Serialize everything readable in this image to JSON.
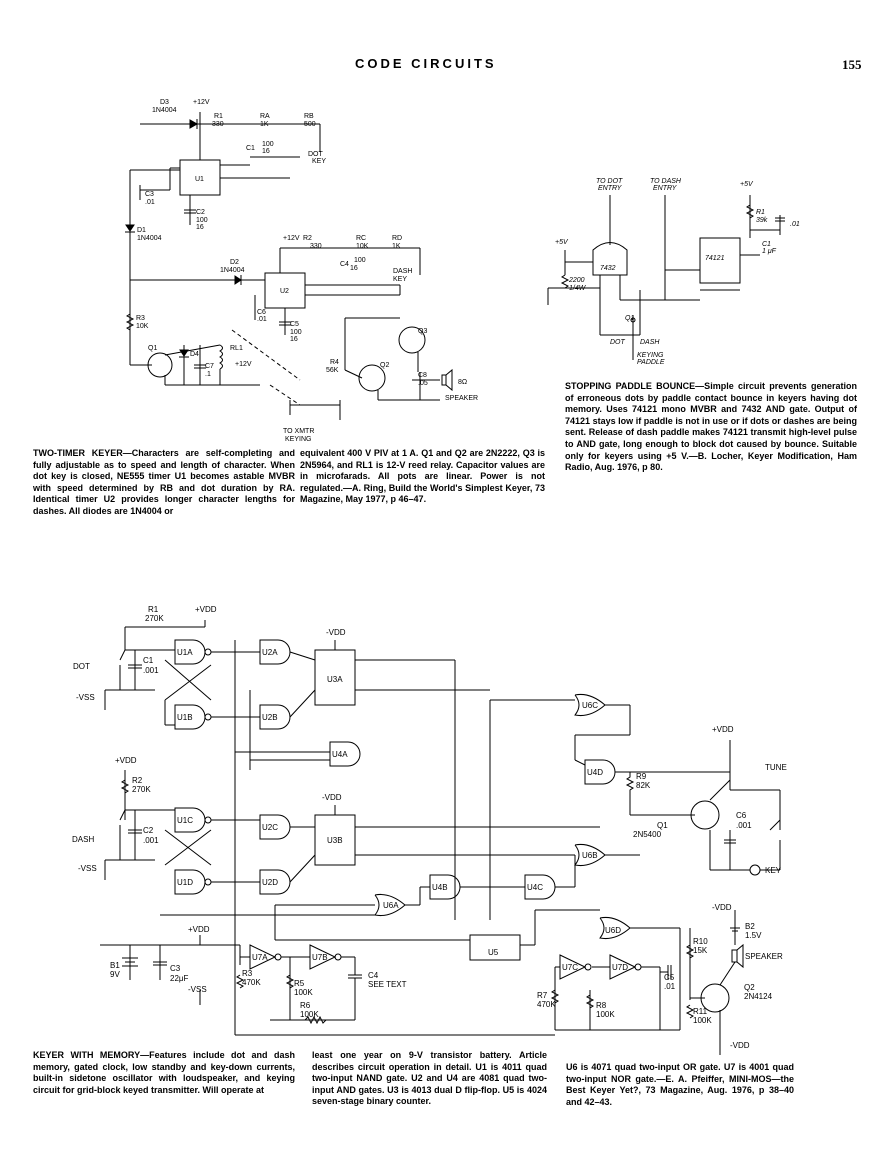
{
  "header": {
    "title": "CODE CIRCUITS",
    "page_number": "155"
  },
  "captions": {
    "two_timer": {
      "col1": "TWO-TIMER KEYER—Characters are self-completing and fully adjustable as to speed and length of character. When dot key is closed, NE555 timer U1 becomes astable MVBR with speed determined by RB and dot duration by RA. Identical timer U2 provides longer character lengths for dashes. All diodes are 1N4004 or",
      "col2": "equivalent 400 V PIV at 1 A. Q1 and Q2 are 2N2222, Q3 is 2N5964, and RL1 is 12-V reed relay. Capacitor values are in microfarads. All pots are linear. Power is not regulated.—A. Ring, Build the World's Simplest Keyer, 73 Magazine, May 1977, p 46–47."
    },
    "paddle_bounce": "STOPPING PADDLE BOUNCE—Simple circuit prevents generation of erroneous dots by paddle contact bounce in keyers having dot memory. Uses 74121 mono MVBR and 7432 AND gate. Output of 74121 stays low if paddle is not in use or if dots or dashes are being sent. Release of dash paddle makes 74121 transmit high-level pulse to AND gate, long enough to block dot caused by bounce. Suitable only for keyers using +5 V.—B. Locher, Keyer Modification, Ham Radio, Aug. 1976, p 80.",
    "memory": {
      "col1": "KEYER WITH MEMORY—Features include dot and dash memory, gated clock, low standby and key-down currents, built-in sidetone oscillator with loudspeaker, and keying circuit for grid-block keyed transmitter. Will operate at",
      "col2": "least one year on 9-V transistor battery. Article describes circuit operation in detail. U1 is 4011 quad two-input NAND gate. U2 and U4 are 4081 quad two-input AND gates. U3 is 4013 dual D flip-flop. U5 is 4024 seven-stage binary counter.",
      "col3": "U6 is 4071 quad two-input OR gate. U7 is 4001 quad two-input NOR gate.—E. A. Pfeiffer, MINI-MOS—the Best Keyer Yet?, 73 Magazine, Aug. 1976, p 38–40 and 42–43."
    }
  },
  "schematic1": {
    "labels": [
      "D3",
      "1N4004",
      "+12V",
      "R1",
      "330",
      "RA",
      "1K",
      "RB",
      "500",
      "C1",
      "100",
      "16",
      "DOT",
      "KEY",
      "U1",
      "C3",
      ".01",
      "C2",
      "100",
      "16",
      "D1",
      "1N4004",
      "+12V",
      "R2",
      "330",
      "RC",
      "10K",
      "RD",
      "1K",
      "D2",
      "1N4004",
      "C4",
      "100",
      "16",
      "DASH",
      "KEY",
      "U2",
      "C6",
      ".01",
      "C5",
      "100",
      "16",
      "R3",
      "10K",
      "Q1",
      "D4",
      "C7",
      ".1",
      "RL1",
      "+12V",
      "R4",
      "56K",
      "Q2",
      "Q3",
      "C8",
      ".05",
      "8Ω",
      "SPEAKER",
      "TO XMTR",
      "KEYING"
    ]
  },
  "schematic2": {
    "labels": [
      "TO DOT",
      "ENTRY",
      "TO DASH",
      "ENTRY",
      "+5V",
      "R1",
      "39k",
      "C1",
      "1 μF",
      ".01",
      "+5V",
      "7432",
      "2200",
      "1/4W",
      "74121",
      "Q1",
      "DOT",
      "DASH",
      "KEYING",
      "PADDLE"
    ]
  },
  "schematic3": {
    "labels": [
      "R1",
      "270K",
      "+VDD",
      "C1",
      ".001",
      "DOT",
      "-VSS",
      "U1A",
      "U1B",
      "U2A",
      "U2B",
      "-VDD",
      "U3A",
      "U6C",
      "U4A",
      "+VDD",
      "R2",
      "270K",
      "C2",
      ".001",
      "DASH",
      "-VSS",
      "U1C",
      "U1D",
      "U2C",
      "U2D",
      "-VDD",
      "U3B",
      "U6B",
      "U4D",
      "U4B",
      "U4C",
      "U6A",
      "U5",
      "+VDD",
      "R9",
      "82K",
      "TUNE",
      "C6",
      ".001",
      "Q1",
      "2N5400",
      "KEY",
      "-VDD",
      "B2",
      "1.5V",
      "SPEAKER",
      "Q2",
      "2N4124",
      "+VDD",
      "B1",
      "9V",
      "C3",
      "22μF",
      "-VSS",
      "R3",
      "470K",
      "U7A",
      "U7B",
      "R5",
      "100K",
      "R6",
      "100K",
      "C4",
      "SEE TEXT",
      "U6D",
      "U7C",
      "U7D",
      "R10",
      "15K",
      "C5",
      ".01",
      "R7",
      "470K",
      "R8",
      "100K",
      "R11",
      "100K",
      "-VDD"
    ]
  }
}
